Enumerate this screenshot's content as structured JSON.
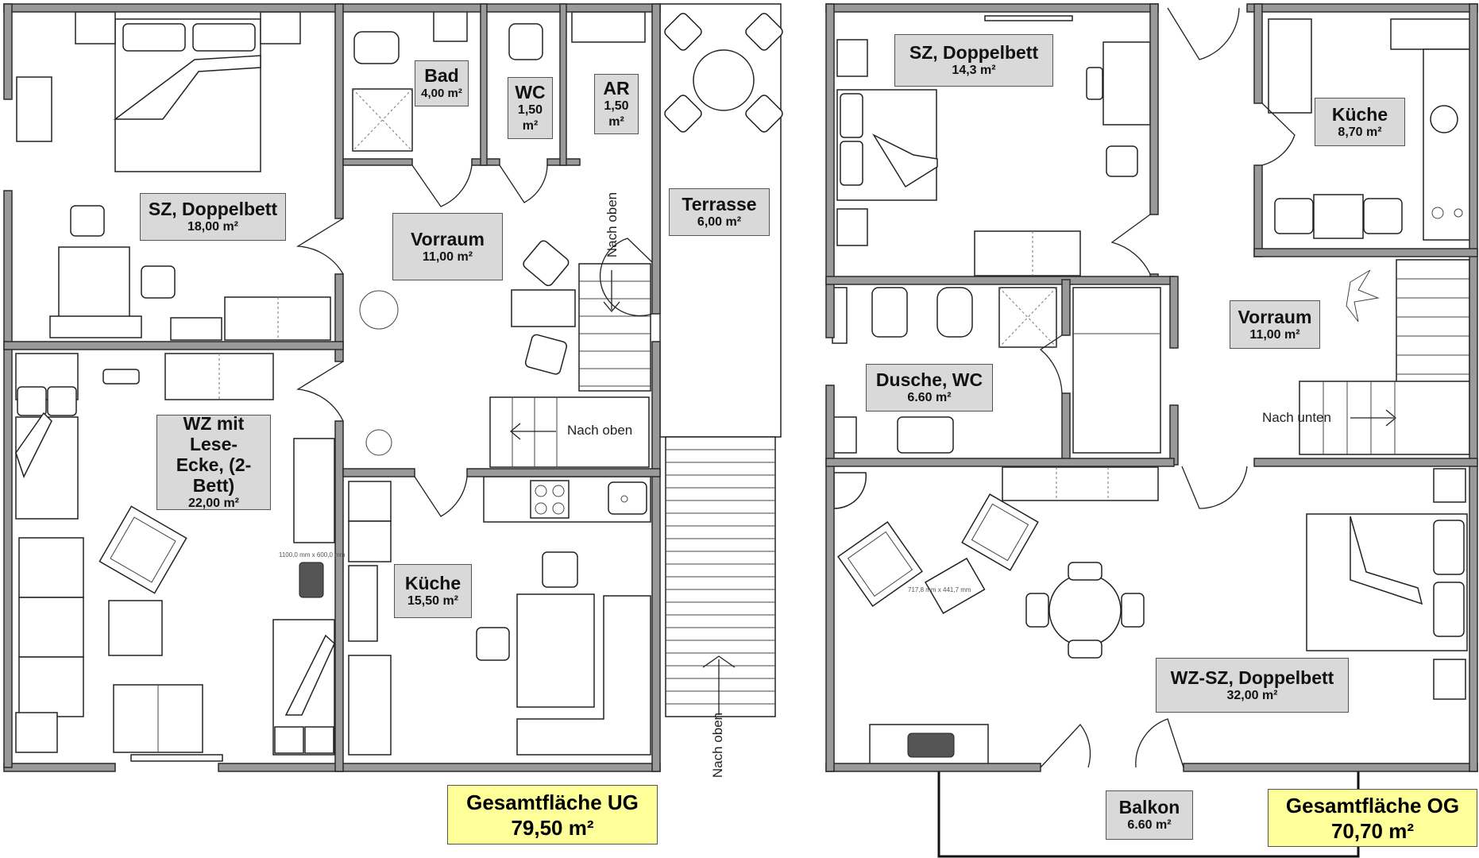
{
  "ug": {
    "rooms": [
      {
        "name": "SZ, Doppelbett",
        "area": "18,00 m²"
      },
      {
        "name": "Bad",
        "area": "4,00 m²"
      },
      {
        "name": "WC",
        "area": "1,50 m²"
      },
      {
        "name": "AR",
        "area": "1,50 m²"
      },
      {
        "name": "Vorraum",
        "area": "11,00 m²"
      },
      {
        "name": "Terrasse",
        "area": "6,00 m²"
      },
      {
        "name": "WZ mit Lese-Ecke, (2-Bett)",
        "area": "22,00 m²"
      },
      {
        "name": "Küche",
        "area": "15,50 m²"
      }
    ],
    "total_label": "Gesamtfläche UG",
    "total_area": "79,50 m²",
    "stairs_notes": [
      "Nach oben",
      "Nach oben",
      "Nach oben"
    ],
    "dimension": "1100,0 mm x 600,0 mm"
  },
  "og": {
    "rooms": [
      {
        "name": "SZ, Doppelbett",
        "area": "14,3 m²"
      },
      {
        "name": "Küche",
        "area": "8,70 m²"
      },
      {
        "name": "Vorraum",
        "area": "11,00 m²"
      },
      {
        "name": "Dusche, WC",
        "area": "6.60 m²"
      },
      {
        "name": "WZ-SZ, Doppelbett",
        "area": "32,00 m²"
      },
      {
        "name": "Balkon",
        "area": "6.60 m²"
      }
    ],
    "total_label": "Gesamtfläche OG",
    "total_area": "70,70 m²",
    "stairs_note": "Nach unten",
    "dimension": "717,8 mm x 441,7 mm"
  }
}
